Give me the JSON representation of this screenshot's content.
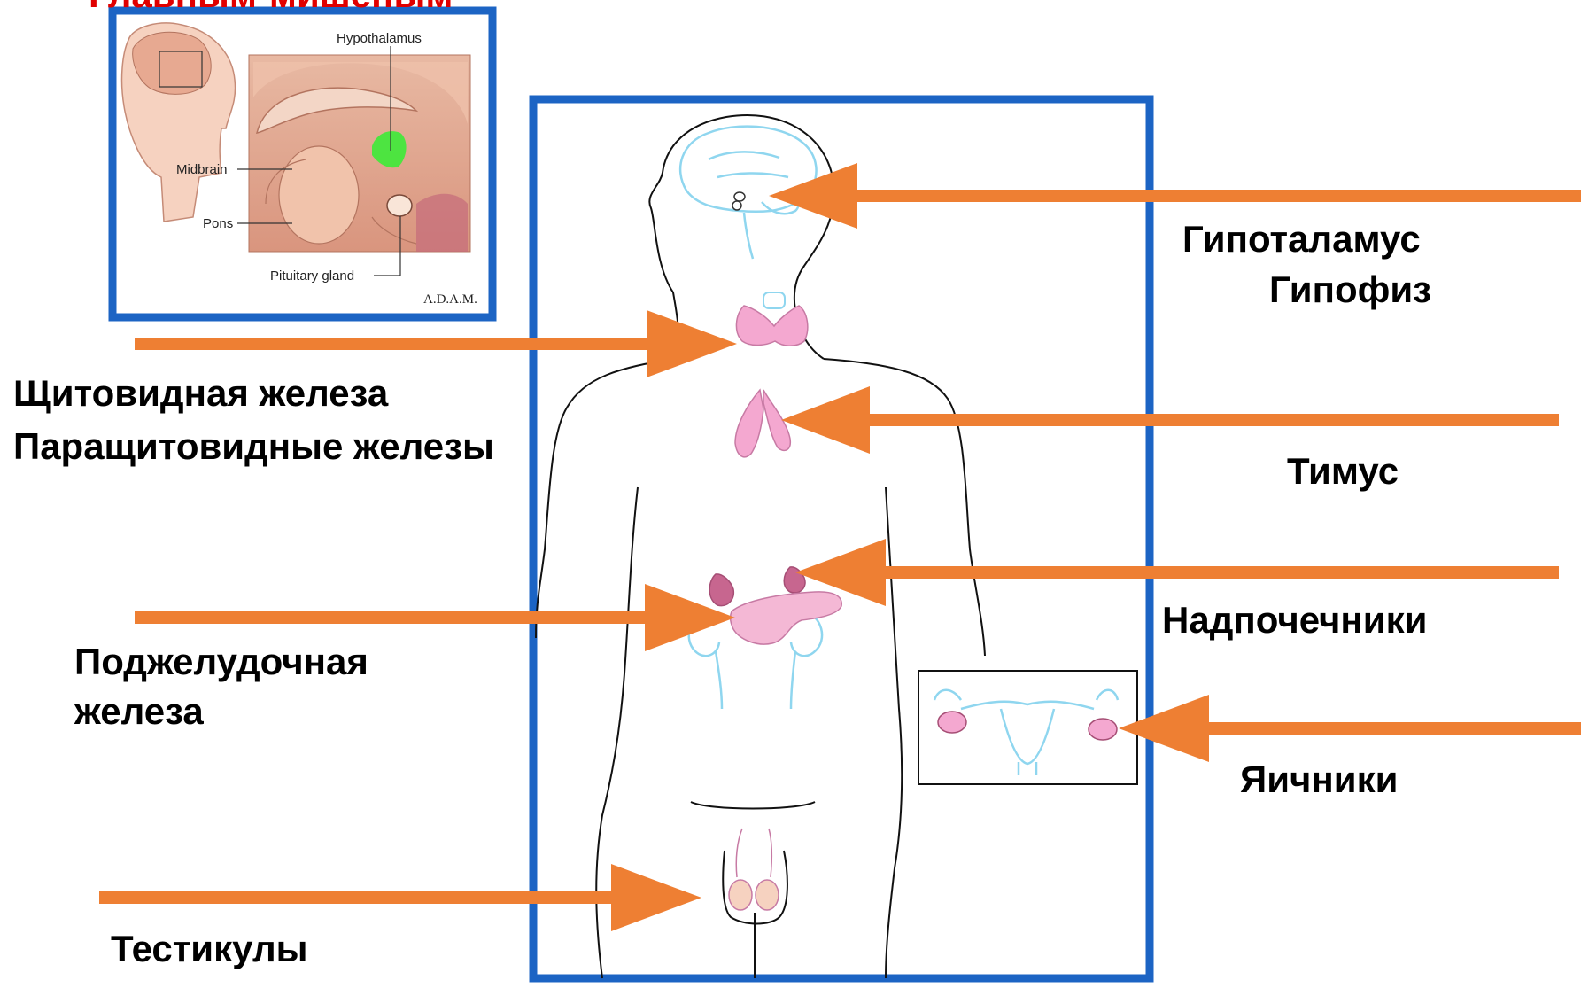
{
  "top_caption": "Главным-мишеным",
  "inset": {
    "labels": {
      "hypothalamus": "Hypothalamus",
      "midbrain": "Midbrain",
      "pons": "Pons",
      "pituitary": "Pituitary gland",
      "credit": "A.D.A.M."
    }
  },
  "labels": {
    "hypothalamus_line1": "Гипоталамус",
    "hypothalamus_line2": "Гипофиз",
    "thyroid_line1": "Щитовидная железа",
    "thyroid_line2": "Паращитовидные железы",
    "thymus": "Тимус",
    "adrenal": "Надпочечники",
    "pancreas_line1": "Поджелудочная",
    "pancreas_line2": "железа",
    "ovaries": "Яичники",
    "testes": "Тестикулы"
  },
  "colors": {
    "frame": "#1c64c4",
    "arrow": "#ee7f33",
    "gland": "#f4a8d0",
    "organ_outline": "#8fd6ef",
    "hypothalamus_highlight": "#33ee33",
    "caption_red": "#e00000"
  }
}
